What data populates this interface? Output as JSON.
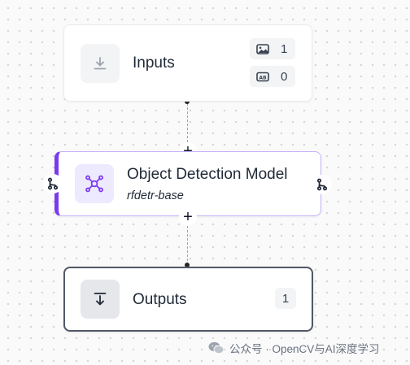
{
  "nodes": {
    "inputs": {
      "title": "Inputs",
      "icon": "download-icon",
      "image_count": "1",
      "text_count": "0",
      "image_badge_icon": "image-icon",
      "text_badge_icon": "ab-text-icon"
    },
    "model": {
      "title": "Object Detection Model",
      "subtitle": "rfdetr-base",
      "icon": "network-graph-icon",
      "accent_color": "#7c3aed"
    },
    "outputs": {
      "title": "Outputs",
      "icon": "output-arrow-icon",
      "count": "1"
    }
  },
  "connectors": {
    "add_step_symbol": "+"
  },
  "watermark": {
    "text": "公众号 · OpenCV与AI深度学习"
  }
}
